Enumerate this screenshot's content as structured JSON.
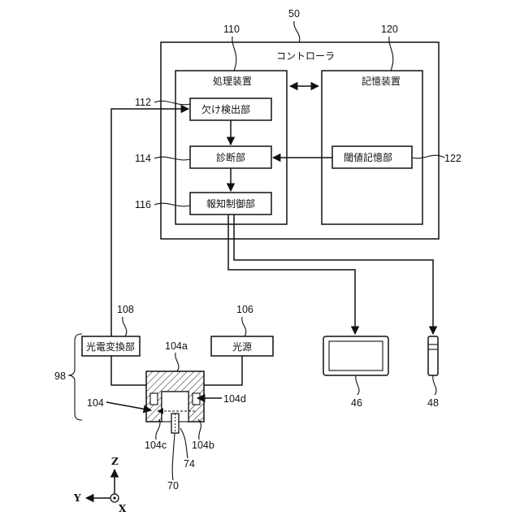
{
  "controller": {
    "label": "コントローラ",
    "ref": "50"
  },
  "processing": {
    "label": "処理装置",
    "ref": "110"
  },
  "storage": {
    "label": "記憶装置",
    "ref": "120"
  },
  "blocks": {
    "chip_detect": {
      "label": "欠け検出部",
      "ref": "112"
    },
    "diagnosis": {
      "label": "診断部",
      "ref": "114"
    },
    "notify": {
      "label": "報知制御部",
      "ref": "116"
    },
    "threshold": {
      "label": "閾値記憶部",
      "ref": "122"
    },
    "photo": {
      "label": "光電変換部",
      "ref": "108"
    },
    "light": {
      "label": "光源",
      "ref": "106"
    }
  },
  "sensor": {
    "ref_group": "98",
    "ref_104": "104",
    "ref_104a": "104a",
    "ref_104b": "104b",
    "ref_104c": "104c",
    "ref_104d": "104d",
    "ref_70": "70",
    "ref_74": "74"
  },
  "devices": {
    "display_ref": "46",
    "lamp_ref": "48"
  },
  "axes": {
    "z": "Z",
    "y": "Y",
    "x": "X"
  }
}
